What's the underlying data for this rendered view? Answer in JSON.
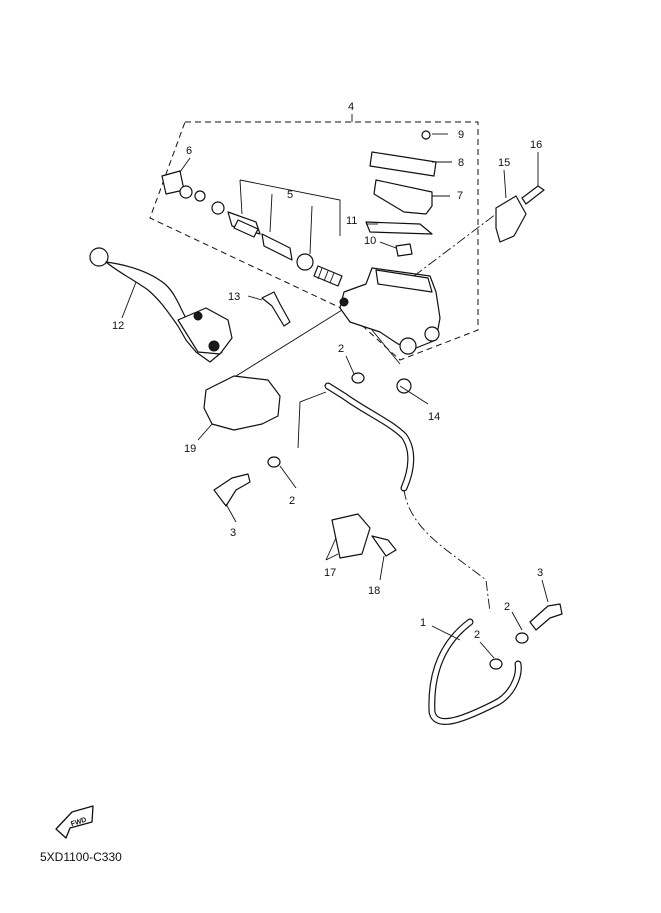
{
  "diagram_code": "5XD1100-C330",
  "fwd_label": "FWD",
  "callouts": {
    "c1": "1",
    "c2a": "2",
    "c2b": "2",
    "c2c": "2",
    "c2d": "2",
    "c3a": "3",
    "c3b": "3",
    "c4": "4",
    "c5": "5",
    "c6": "6",
    "c7": "7",
    "c8": "8",
    "c9": "9",
    "c10": "10",
    "c11": "11",
    "c12": "12",
    "c13": "13",
    "c14": "14",
    "c15": "15",
    "c16": "16",
    "c17": "17",
    "c18": "18",
    "c19": "19"
  }
}
